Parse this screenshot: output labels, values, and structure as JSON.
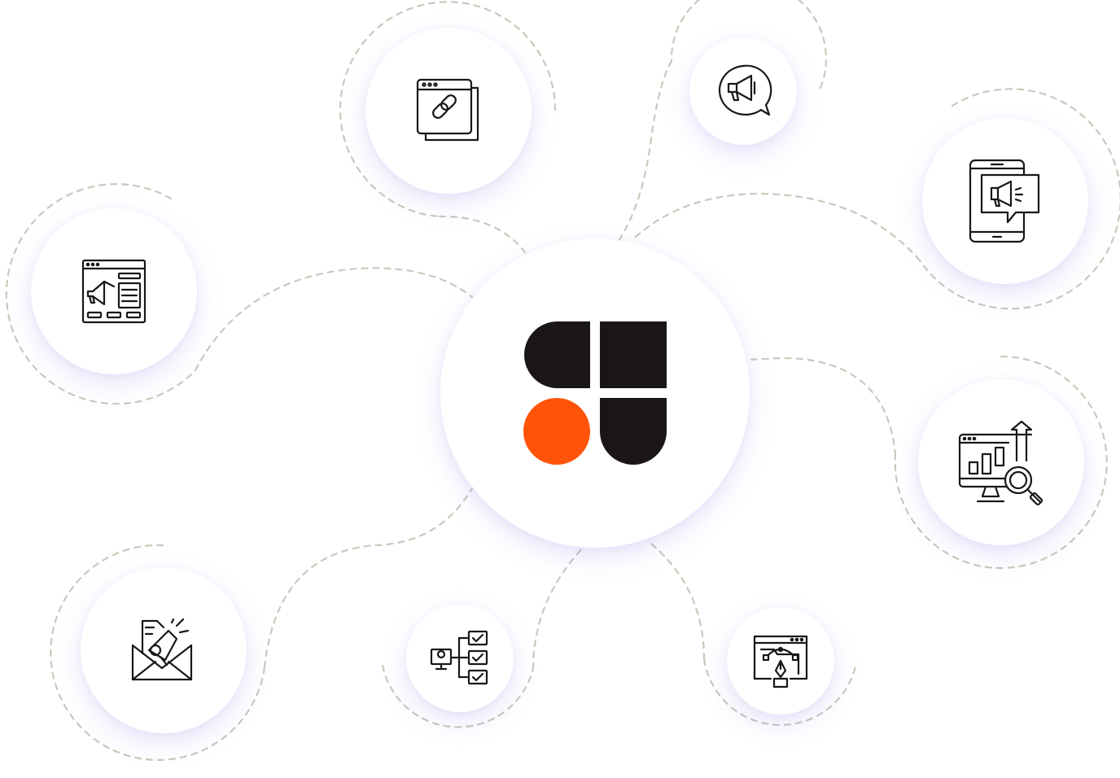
{
  "diagram": {
    "center": {
      "logo_icon": "brand-mark-icon",
      "accent_color": "#FF5309",
      "dark_color": "#1B1616"
    },
    "ring_color": "#C9C9BC",
    "shadow_color": "#8670E6",
    "nodes": [
      {
        "id": "web-link",
        "icon": "browser-link-icon"
      },
      {
        "id": "chat-megaphone",
        "icon": "speech-bubble-megaphone-icon"
      },
      {
        "id": "mobile-marketing",
        "icon": "smartphone-megaphone-icon"
      },
      {
        "id": "web-advertising",
        "icon": "browser-megaphone-icon"
      },
      {
        "id": "analytics",
        "icon": "monitor-chart-magnifier-icon"
      },
      {
        "id": "email-marketing",
        "icon": "envelope-megaphone-icon"
      },
      {
        "id": "workflow-checklist",
        "icon": "computer-checklist-icon"
      },
      {
        "id": "web-design",
        "icon": "browser-pen-tool-icon"
      }
    ]
  }
}
